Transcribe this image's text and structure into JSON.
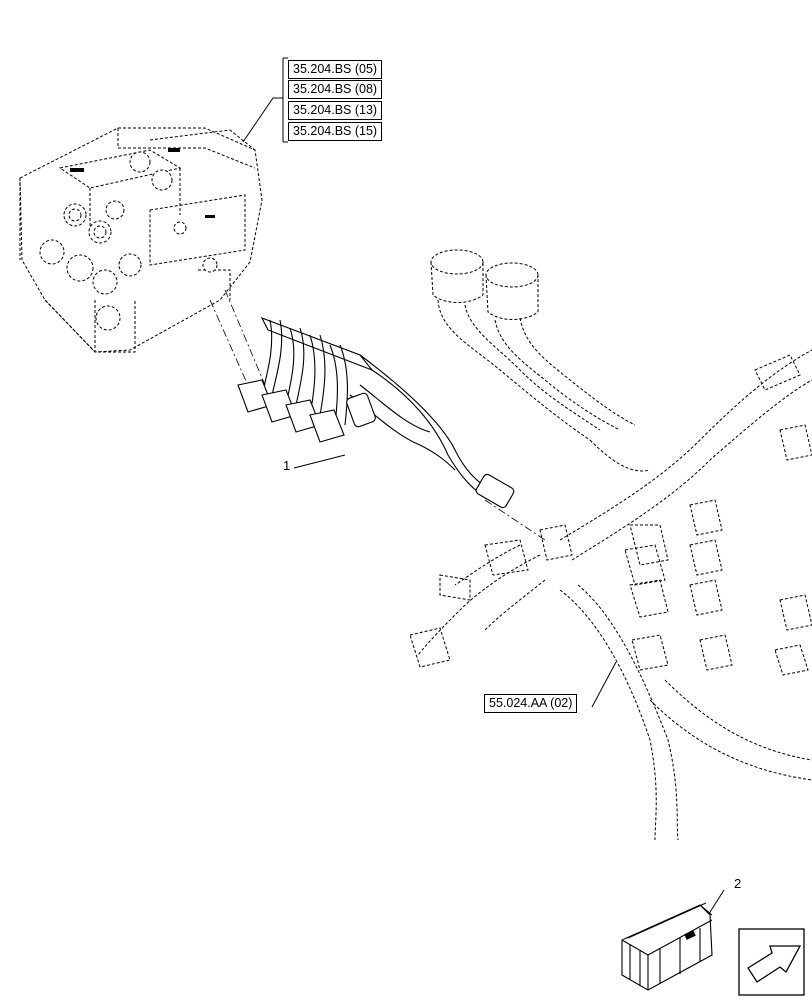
{
  "references": {
    "valve_refs": [
      "35.204.BS (05)",
      "35.204.BS (08)",
      "35.204.BS (13)",
      "35.204.BS (15)"
    ],
    "harness_ref": "55.024.AA (02)"
  },
  "callouts": {
    "item_1": "1",
    "item_2": "2"
  },
  "icons": {
    "nav": "next-page-arrow-icon"
  }
}
